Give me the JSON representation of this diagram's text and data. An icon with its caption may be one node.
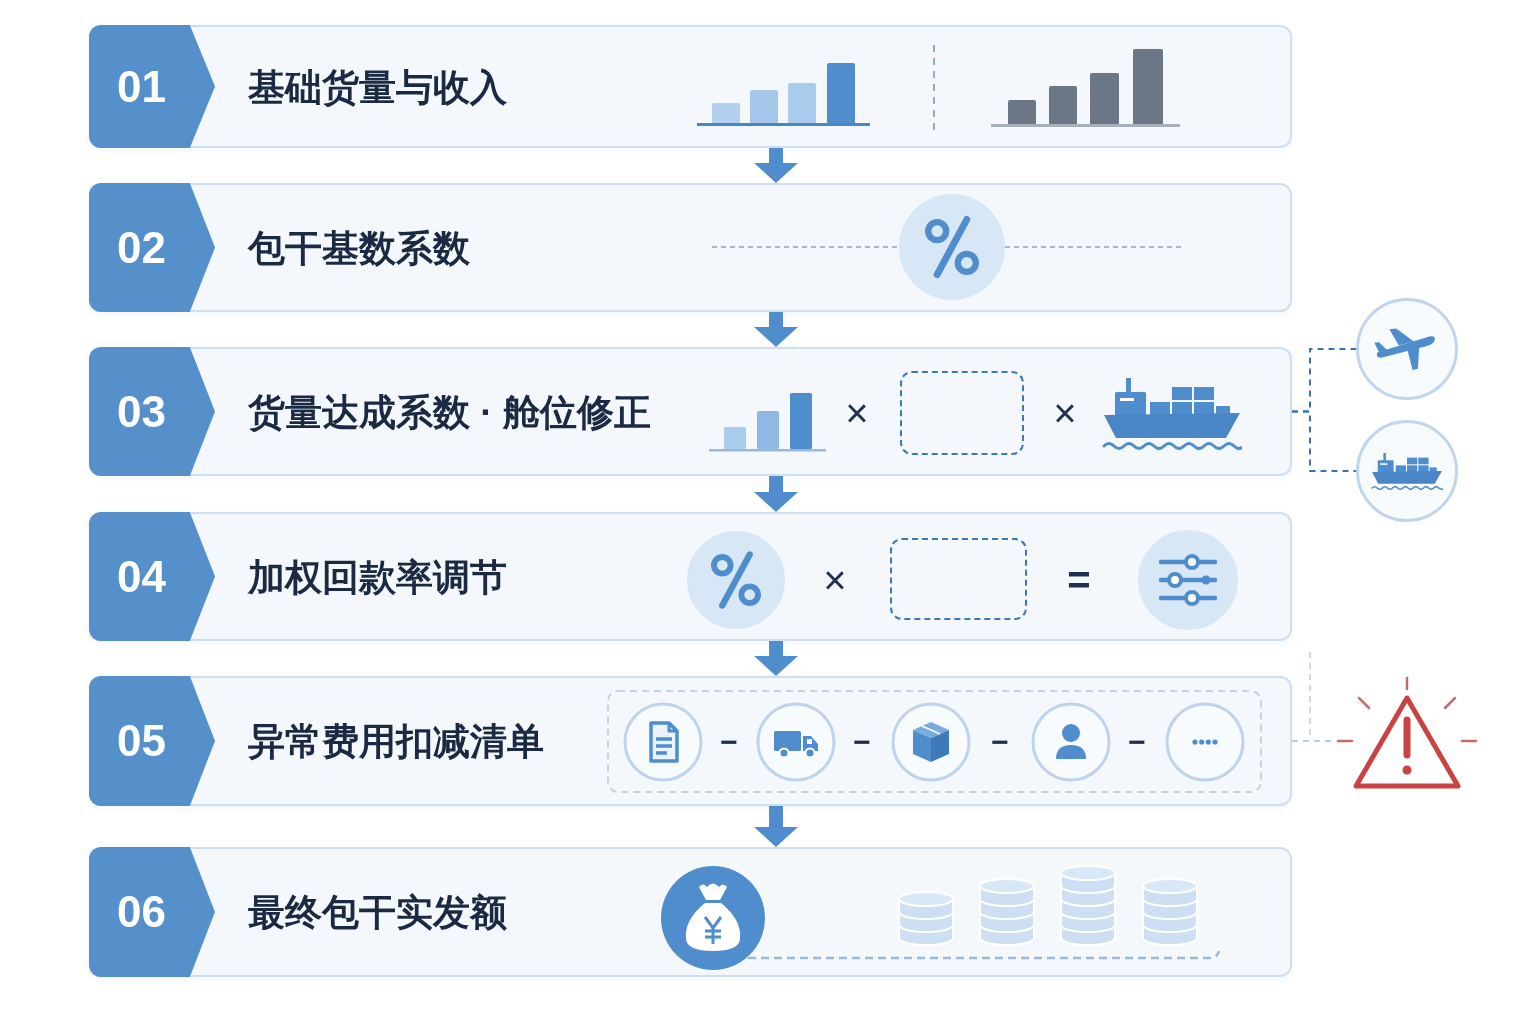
{
  "diagram": {
    "nodes": [
      {
        "text": [
          "01",
          "基础货量与收入"
        ]
      },
      {
        "text": [
          "02",
          "包干基数系数"
        ]
      },
      {
        "text": [
          "03",
          "货量达成系数 · 舱位修正"
        ]
      },
      {
        "text": [],
        "shape": "box",
        "in": 2
      },
      {
        "text": [],
        "shape": "circle"
      },
      {
        "text": [],
        "shape": "circle"
      },
      {
        "text": [
          "04",
          "加权回款率调节"
        ]
      },
      {
        "text": [],
        "shape": "box",
        "in": 6
      },
      {
        "text": [
          "05",
          "异常费用扣减清单"
        ]
      },
      {
        "text": [],
        "shape": "triangle"
      },
      {
        "text": [
          "06",
          "最终包干实发额"
        ]
      }
    ],
    "edges": [
      {
        "from": 0,
        "to": 1,
        "arrow": "to"
      },
      {
        "from": 1,
        "to": 2,
        "arrow": "to"
      },
      {
        "from": 2,
        "to": 6,
        "arrow": "to"
      },
      {
        "from": 6,
        "to": 8,
        "arrow": "to"
      },
      {
        "from": 8,
        "to": 10,
        "arrow": "to"
      },
      {
        "from": 2,
        "to": 4,
        "arrow": "none",
        "style": "dashed",
        "color": "#3d72ae"
      },
      {
        "from": 2,
        "to": 5,
        "arrow": "none",
        "style": "dashed",
        "color": "#3d72ae"
      },
      {
        "from": 8,
        "to": 9,
        "arrow": "none",
        "style": "dashed",
        "color": "#b9cde3"
      }
    ],
    "labels": [
      "×",
      "×",
      "×",
      "=",
      "−",
      "−",
      "−",
      "−"
    ]
  }
}
